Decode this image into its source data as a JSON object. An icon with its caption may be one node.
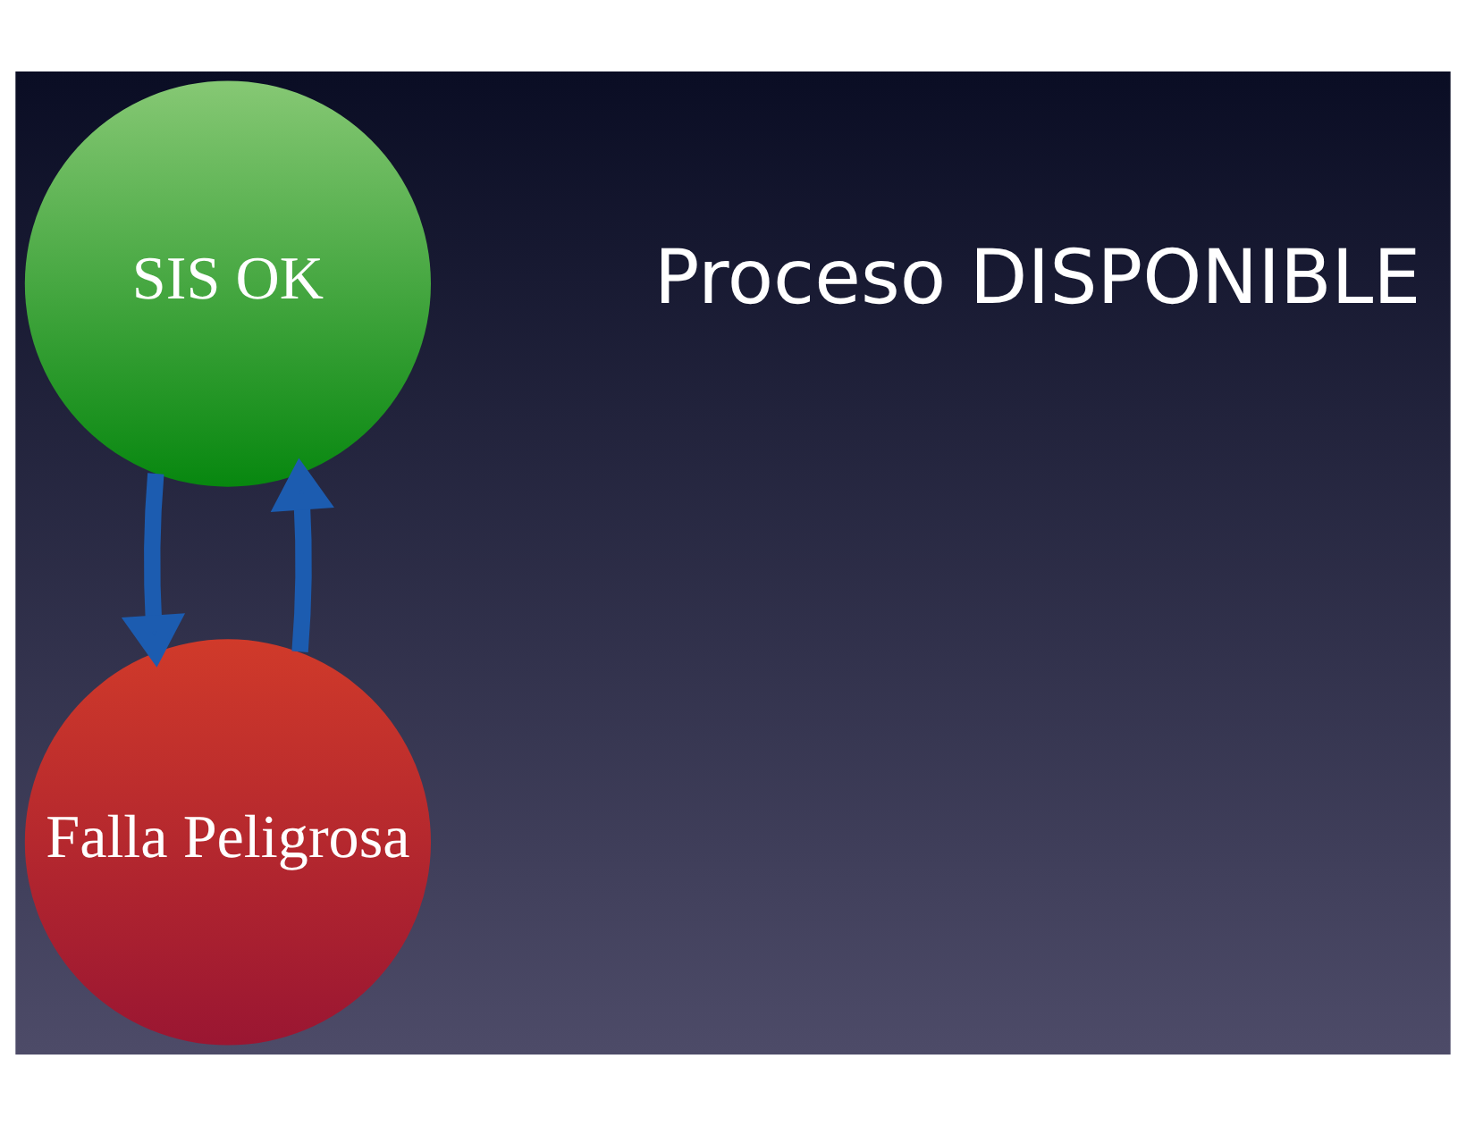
{
  "diagram": {
    "nodes": [
      {
        "text": [
          "SIS OK"
        ]
      },
      {
        "text": [
          "Falla Peligrosa"
        ]
      }
    ],
    "edges": [
      {
        "from": 0,
        "to": 1,
        "arrow": "to"
      },
      {
        "from": 1,
        "to": 0,
        "arrow": "to"
      }
    ],
    "labels": [
      "Proceso DISPONIBLE"
    ]
  }
}
